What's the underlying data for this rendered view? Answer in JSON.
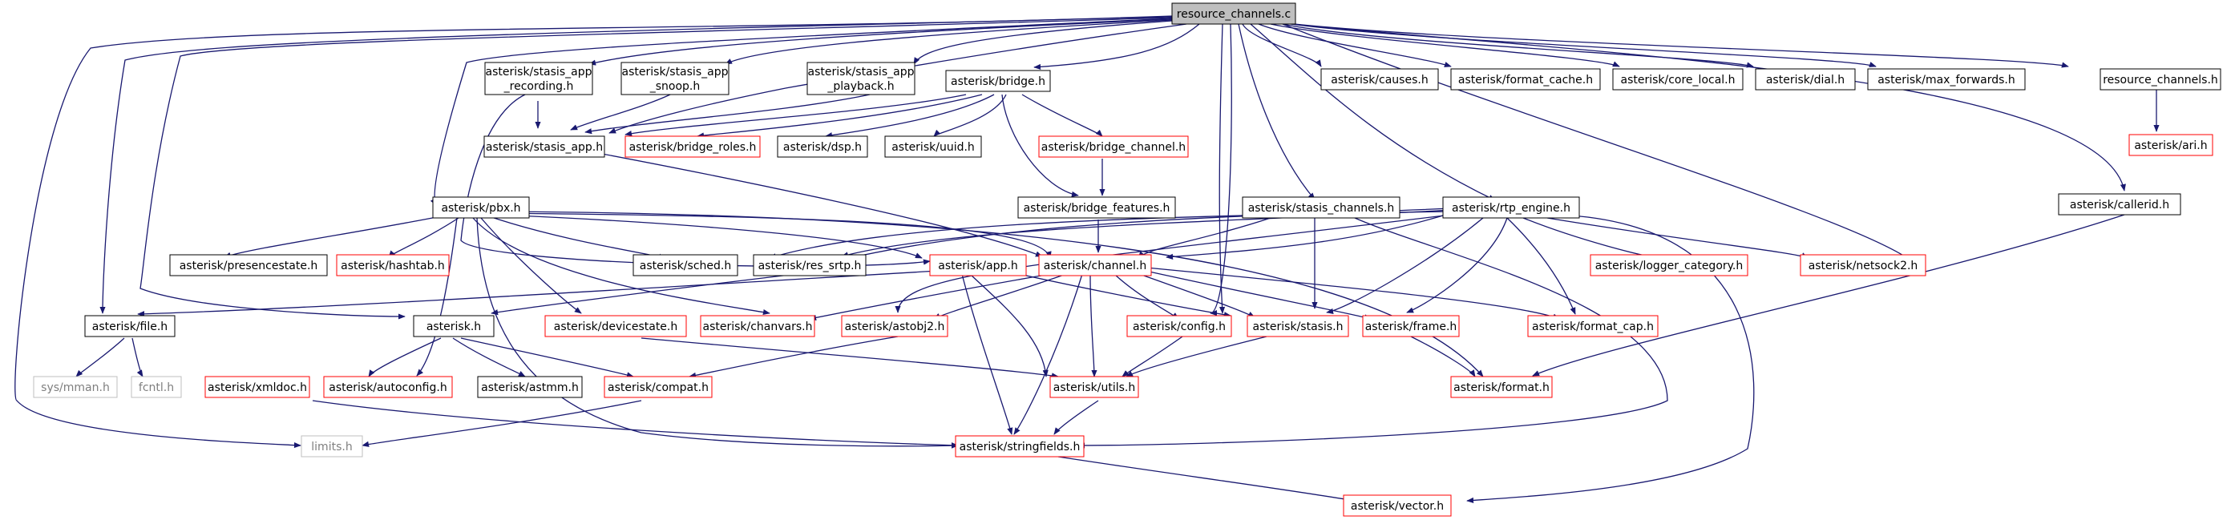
{
  "colors": {
    "edge": "#191970",
    "black_box": "#000000",
    "red_box": "#ff0000",
    "gray_box": "#bfbfbf",
    "root_fill": "#bfbfbf",
    "text": "#000000",
    "gray_text": "#7f7f7f"
  },
  "nodes": {
    "resource_channels_c": "resource_channels.c",
    "stasis_app_recording_1": "asterisk/stasis_app",
    "stasis_app_recording_2": "_recording.h",
    "stasis_app_snoop_1": "asterisk/stasis_app",
    "stasis_app_snoop_2": "_snoop.h",
    "stasis_app_playback_1": "asterisk/stasis_app",
    "stasis_app_playback_2": "_playback.h",
    "bridge_h": "asterisk/bridge.h",
    "causes_h": "asterisk/causes.h",
    "format_cache_h": "asterisk/format_cache.h",
    "core_local_h": "asterisk/core_local.h",
    "dial_h": "asterisk/dial.h",
    "max_forwards_h": "asterisk/max_forwards.h",
    "resource_channels_h": "resource_channels.h",
    "stasis_app_h": "asterisk/stasis_app.h",
    "bridge_roles_h": "asterisk/bridge_roles.h",
    "dsp_h": "asterisk/dsp.h",
    "uuid_h": "asterisk/uuid.h",
    "bridge_channel_h": "asterisk/bridge_channel.h",
    "ari_h": "asterisk/ari.h",
    "bridge_features_h": "asterisk/bridge_features.h",
    "pbx_h": "asterisk/pbx.h",
    "stasis_channels_h": "asterisk/stasis_channels.h",
    "rtp_engine_h": "asterisk/rtp_engine.h",
    "callerid_h": "asterisk/callerid.h",
    "presencestate_h": "asterisk/presencestate.h",
    "hashtab_h": "asterisk/hashtab.h",
    "sched_h": "asterisk/sched.h",
    "res_srtp_h": "asterisk/res_srtp.h",
    "app_h": "asterisk/app.h",
    "channel_h": "asterisk/channel.h",
    "logger_category_h": "asterisk/logger_category.h",
    "netsock2_h": "asterisk/netsock2.h",
    "file_h": "asterisk/file.h",
    "asterisk_h": "asterisk.h",
    "devicestate_h": "asterisk/devicestate.h",
    "chanvars_h": "asterisk/chanvars.h",
    "astobj2_h": "asterisk/astobj2.h",
    "config_h": "asterisk/config.h",
    "stasis_h": "asterisk/stasis.h",
    "frame_h": "asterisk/frame.h",
    "format_cap_h": "asterisk/format_cap.h",
    "sys_mman_h": "sys/mman.h",
    "fcntl_h": "fcntl.h",
    "xmldoc_h": "asterisk/xmldoc.h",
    "autoconfig_h": "asterisk/autoconfig.h",
    "astmm_h": "asterisk/astmm.h",
    "compat_h": "asterisk/compat.h",
    "utils_h": "asterisk/utils.h",
    "format_h": "asterisk/format.h",
    "limits_h": "limits.h",
    "stringfields_h": "asterisk/stringfields.h",
    "vector_h": "asterisk/vector.h"
  }
}
